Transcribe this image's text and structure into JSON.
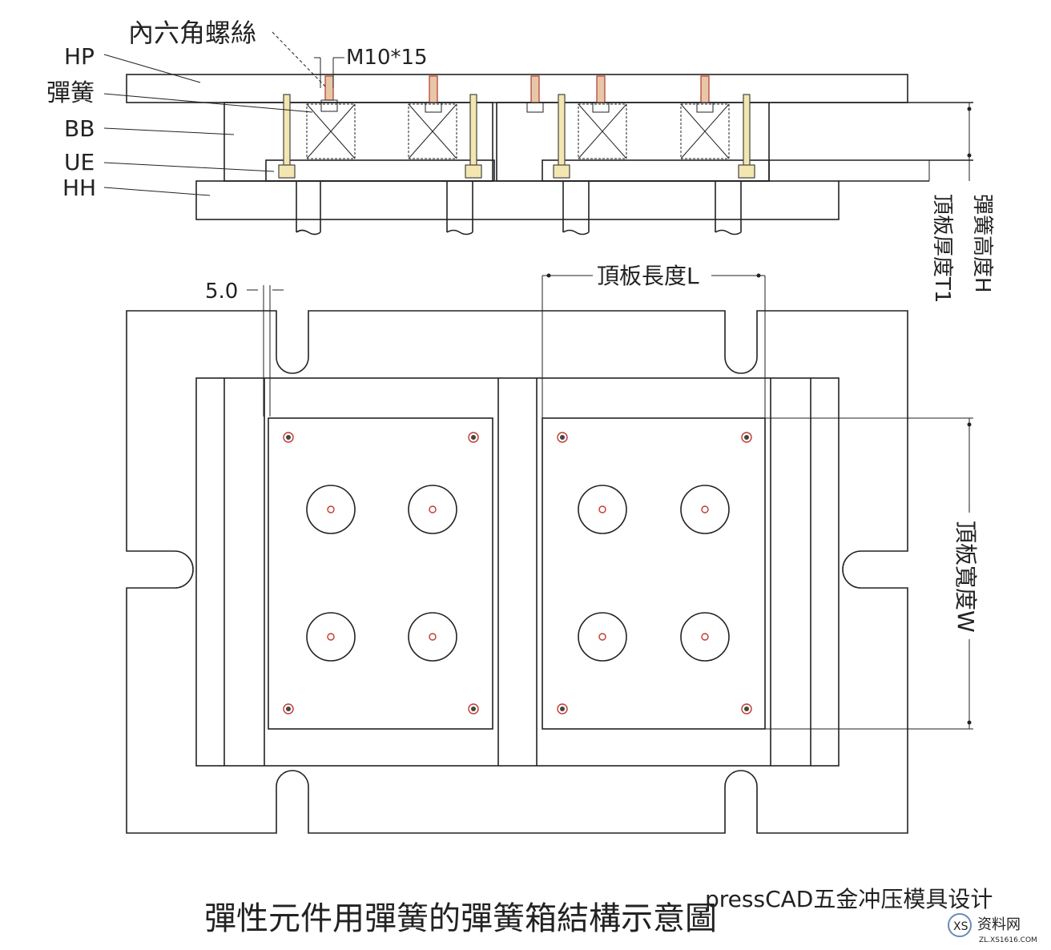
{
  "labels": {
    "HP": "HP",
    "spring": "彈簧",
    "BB": "BB",
    "UE": "UE",
    "HH": "HH",
    "hex_screw": "內六角螺絲",
    "screw_spec": "M10*15",
    "gap": "5.0",
    "plate_length": "頂板長度L",
    "plate_thickness": "頂板厚度T1",
    "spring_height": "彈簧高度H",
    "plate_width": "頂板寬度W"
  },
  "caption": "彈性元件用彈簧的彈簧箱結構示意圖",
  "watermark": "pressCAD五金冲压模具设计",
  "logo_text": "资料网",
  "logo_sub": "ZL.XS1616.COM",
  "colors": {
    "line": "#222222",
    "accent": "#c0392b"
  }
}
